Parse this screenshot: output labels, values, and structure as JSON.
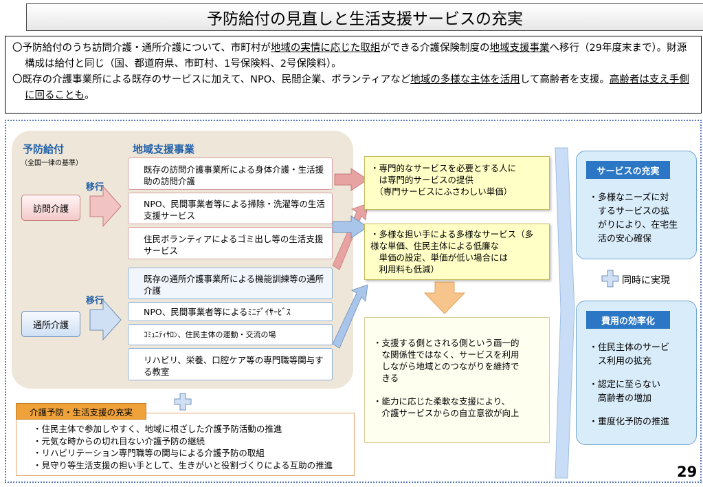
{
  "title": "予防給付の見直しと生活支援サービスの充実",
  "summary": {
    "para1": {
      "a": "〇予防給付のうち訪問介護・通所介護について、市町村が",
      "u1": "地域の実情に応じた取組",
      "b": "ができる介護保険制度の",
      "u2": "地域支援事業",
      "c": "へ移行（29年度末まで）。財源構成は給付と同じ（国、都道府県、市町村、1号保険料、2号保険料）。"
    },
    "para2": {
      "a": "〇既存の介護事業所による既存のサービスに加えて、NPO、民間企業、ボランティアなど",
      "u1": "地域の多様な主体を活用",
      "b": "して高齢者を支援。",
      "u2": "高齢者は支え手側に回ることも",
      "c": "。"
    }
  },
  "left": {
    "yobo_label": "予防給付",
    "yobo_sub": "（全国一律の基準）",
    "chiiki_label": "地域支援事業",
    "ikou1": "移行",
    "ikou2": "移行",
    "houmon": "訪問介護",
    "tsusho": "通所介護"
  },
  "services": [
    "既存の訪問介護事業所による身体介護・生活援助の訪問介護",
    "NPO、民間事業者等による掃除・洗濯等の生活支援サービス",
    "住民ボランティアによるゴミ出し等の生活支援サービス",
    "既存の通所介護事業所による機能訓練等の通所介護",
    "NPO、民間事業者等によるﾐﾆﾃﾞｲｻｰﾋﾞｽ",
    "ｺﾐｭﾆﾃｨｻﾛﾝ、住民主体の運動・交流の場",
    "リハビリ、栄養、口腔ケア等の専門職等関与する教室"
  ],
  "mid": {
    "box1": [
      "・専門的なサービスを必要とする人に",
      "　は専門的サービスの提供",
      "　（専門サービスにふさわしい単価）"
    ],
    "box2": [
      "・多様な担い手による多様なサービス（多",
      "様な単価、住民主体による低廉な",
      "　単価の設定、単価が低い場合には",
      "　利用料も低減）"
    ],
    "box3a": [
      "・支援する側とされる側という画一的",
      "　な関係性ではなく、サービスを利用",
      "　しながら地域とのつながりを維持で",
      "　きる"
    ],
    "box3b": [
      "・能力に応じた柔軟な支援により、",
      "　介護サービスからの自立意欲が向上"
    ]
  },
  "right": {
    "head1": "サービスの充実",
    "text1": [
      "・多様なニーズに対",
      "　するサービスの拡",
      "　がりにより、在宅生",
      "　活の安心確保"
    ],
    "same_time": "同時に実現",
    "head2": "費用の効率化",
    "text2a": [
      "・住民主体のサービ",
      "　ス利用の拡充"
    ],
    "text2b": [
      "・認定に至らない",
      "　高齢者の増加"
    ],
    "text2c": [
      "・重度化予防の推進"
    ]
  },
  "care": {
    "head": "介護予防・生活支援の充実",
    "items": [
      "・住民主体で参加しやすく、地域に根ざした介護予防活動の推進",
      "・元気な時からの切れ目ない介護予防の継続",
      "・リハビリテーション専門職等の関与による介護予防の取組",
      "・見守り等生活支援の担い手として、生きがいと役割づくりによる互助の推進"
    ]
  },
  "page_number": "29",
  "colors": {
    "blue_label": "#1f5fa8",
    "tan_panel": "#ede6d9",
    "yellow_box": "#ffffc6",
    "right_header": "#2b77c5",
    "care_header": "#f0a23a"
  }
}
